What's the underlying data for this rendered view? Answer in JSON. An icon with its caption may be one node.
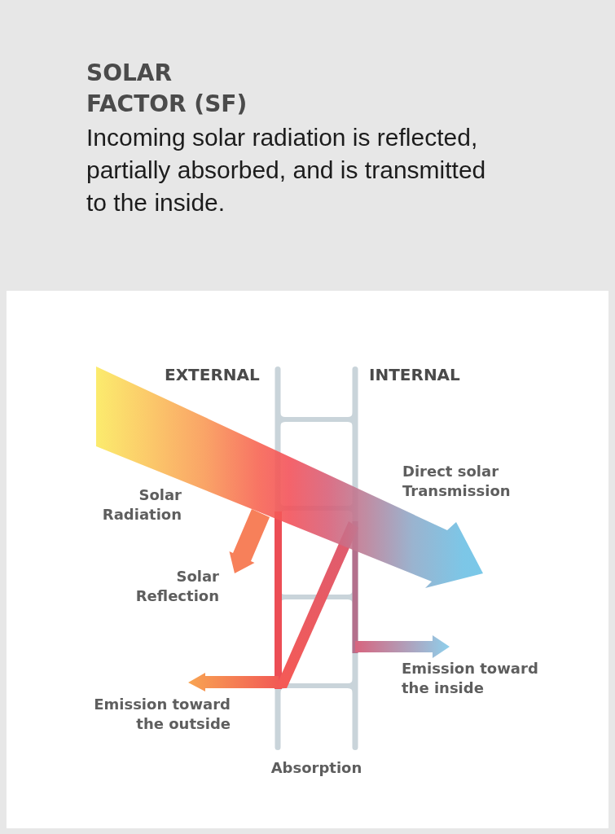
{
  "diagram": {
    "title": "SOLAR FACTOR (SF)",
    "labels": [
      "Incoming solar radiation is reflected, partially absorbed, and is transmitted to the inside.",
      "EXTERNAL",
      "INTERNAL",
      "Direct solar Transmission",
      "Solar Radiation",
      "Solar Reflection",
      "Emission toward the inside",
      "Emission toward the outside",
      "Absorption"
    ]
  }
}
